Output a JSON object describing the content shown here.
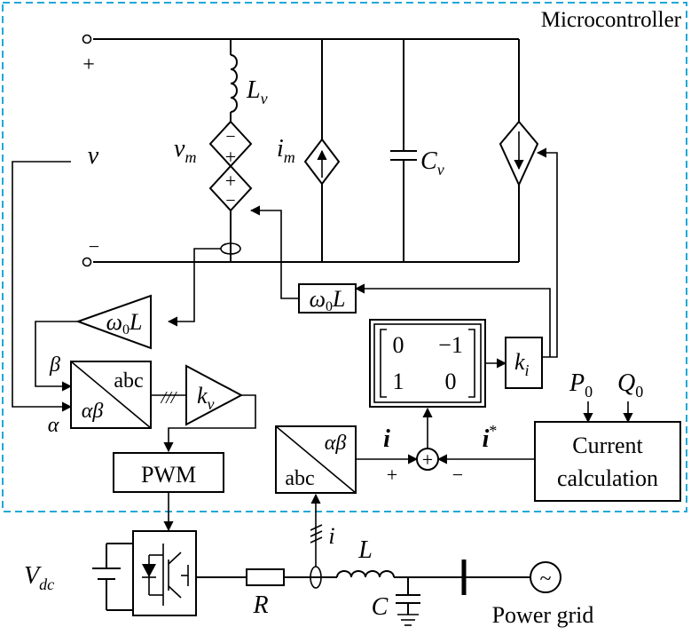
{
  "colors": {
    "boundary": "#1fa8d8",
    "wire": "#000000"
  },
  "labels": {
    "microcontroller": "Microcontroller",
    "plus_terminal": "+",
    "minus_terminal": "−",
    "v": "v",
    "L": "L",
    "v_sub": "v",
    "vm": "v",
    "m_sub": "m",
    "im": "i",
    "C": "C",
    "omega_top": "ω",
    "zero": "0",
    "L_small": "L",
    "omega_left": "ω",
    "abc": "abc",
    "alpha_beta": "αβ",
    "beta": "β",
    "alpha": "α",
    "kv_k": "k",
    "kv_sub": "v",
    "ki_k": "k",
    "ki_sub": "i",
    "matrix_00": "0",
    "matrix_01": "−1",
    "matrix_10": "1",
    "matrix_11": "0",
    "P": "P",
    "Q": "Q",
    "i_bold": "i",
    "i_star": "i",
    "star": "*",
    "sum_plus": "+",
    "sum_minus": "−",
    "current_calc_line1": "Current",
    "current_calc_line2": "calculation",
    "pwm": "PWM",
    "Vdc": "V",
    "dc_sub": "dc",
    "R": "R",
    "L_grid": "L",
    "C_grid": "C",
    "i_meas": "i",
    "power_grid": "Power grid",
    "dep_plus": "+",
    "dep_minus": "−",
    "sum_symbol": "+",
    "triple_slash": "///",
    "tilde": "~"
  }
}
